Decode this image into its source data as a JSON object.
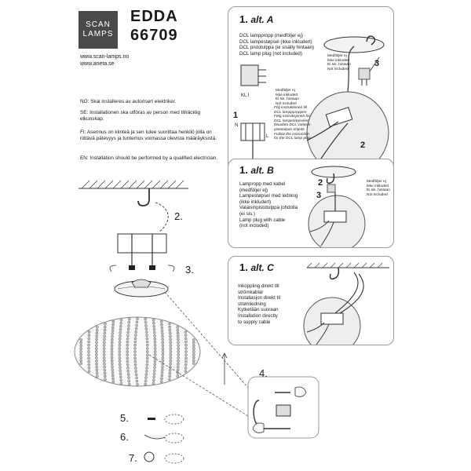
{
  "header": {
    "logo_line1": "SCAN",
    "logo_line2": "LAMPS",
    "product_name": "EDDA",
    "product_number": "66709",
    "urls": [
      "www.scan-lamps.no",
      "www.aneta.se"
    ]
  },
  "warnings": [
    "NO: Skal installeres av autorisert elektriker.",
    "SE: Installationen ska utföras av person med tillräcklig elkunskap.",
    "FI: Asennus on kiinteä ja sen tulee suorittaa henkilö jolla on riittävä pätevyys ja tuntemus voimassa olevista määräyksistä.",
    "EN: Installation should be performed by a qualified electrician."
  ],
  "panel_a": {
    "number": "1.",
    "alt": "alt. A",
    "lines": [
      "DCL lamppropp (medföljer ej)",
      "DCL lampestøpsel (ikke inkludert)",
      "DCL pistotulppa (ei sisälly hintaan)",
      "DCL lamp plug (not included)"
    ],
    "note_top": [
      "Medföljer ej",
      "Ikke inkludert",
      "Ei sis. hintaan",
      "Not included"
    ],
    "note_left": [
      "Medföljer ej",
      "Ikke inkludert",
      "Ei sis. hintaan",
      "Not included"
    ],
    "kl_label": "KL I",
    "instruction": [
      "Följ instruktionen till",
      "DCL lamppproppen",
      "Følg instruksjonen for",
      "DCL lampestøpselen",
      "Noudata DCL valaisin-",
      "pistotulpan ohjeita",
      "Follow the instruction",
      "for the DCL lamp plug"
    ],
    "step_labels": [
      "1",
      "2",
      "3"
    ],
    "wire_labels": [
      "N",
      "L"
    ]
  },
  "panel_b": {
    "number": "1.",
    "alt": "alt. B",
    "lines": [
      "Lampropp med kabel",
      "(medföljer ej)",
      "Lampestøpsel med ledning",
      "(ikke inkludert)",
      "Valaisinpistotulppa johdolla",
      "(ei sis.)",
      "Lamp plug with cable",
      "(not included)"
    ],
    "note": [
      "Medföljer ej",
      "Ikke inkludert",
      "Ei sis. hintaan",
      "Not included"
    ],
    "step_labels": [
      "2",
      "3"
    ]
  },
  "panel_c": {
    "number": "1.",
    "alt": "alt. C",
    "lines": [
      "Inkoppling direkt till",
      "strömkablar",
      "Installasjon direkt til",
      "strømledning",
      "Kytketään suoraan",
      "Installation directly",
      "to supply cable"
    ]
  },
  "steps": {
    "s2": "2.",
    "s3": "3.",
    "s4": "4.",
    "s5": "5.",
    "s6": "6.",
    "s7": "7."
  }
}
